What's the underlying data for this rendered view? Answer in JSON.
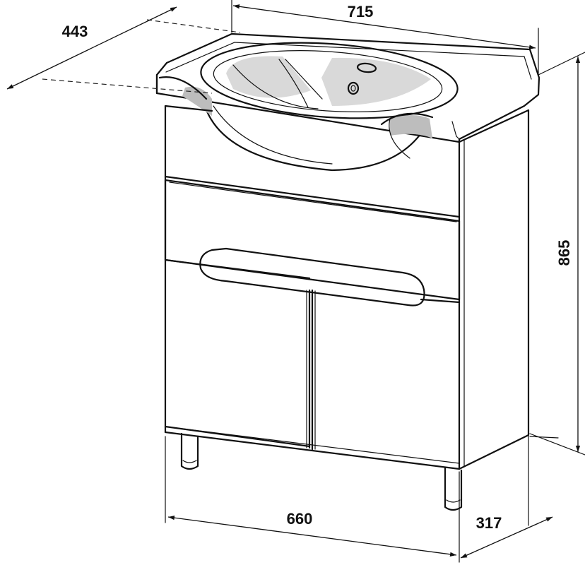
{
  "dimensions": {
    "width_top": "715",
    "depth_top": "443",
    "height": "865",
    "width_bottom": "660",
    "depth_bottom": "317"
  }
}
